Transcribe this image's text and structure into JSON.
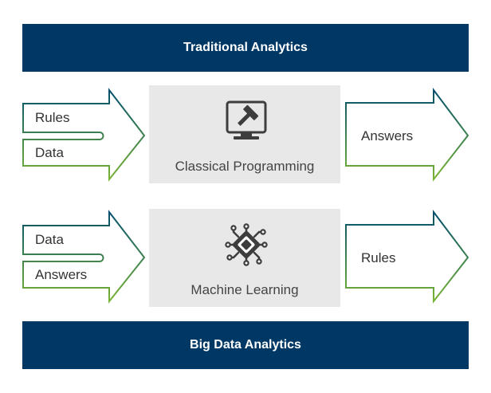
{
  "header": {
    "title": "Traditional Analytics"
  },
  "footer": {
    "title": "Big Data Analytics"
  },
  "rows": [
    {
      "inputs": [
        "Rules",
        "Data"
      ],
      "process": {
        "label": "Classical Programming",
        "icon": "computer-hammer-icon"
      },
      "output": "Answers"
    },
    {
      "inputs": [
        "Data",
        "Answers"
      ],
      "process": {
        "label": "Machine Learning",
        "icon": "circuit-chip-icon"
      },
      "output": "Rules"
    }
  ],
  "colors": {
    "banner": "#003865",
    "gradient_top": "#004D6E",
    "gradient_bottom": "#7AB532",
    "box": "#e8e8e8",
    "icon": "#3d3d3d"
  }
}
